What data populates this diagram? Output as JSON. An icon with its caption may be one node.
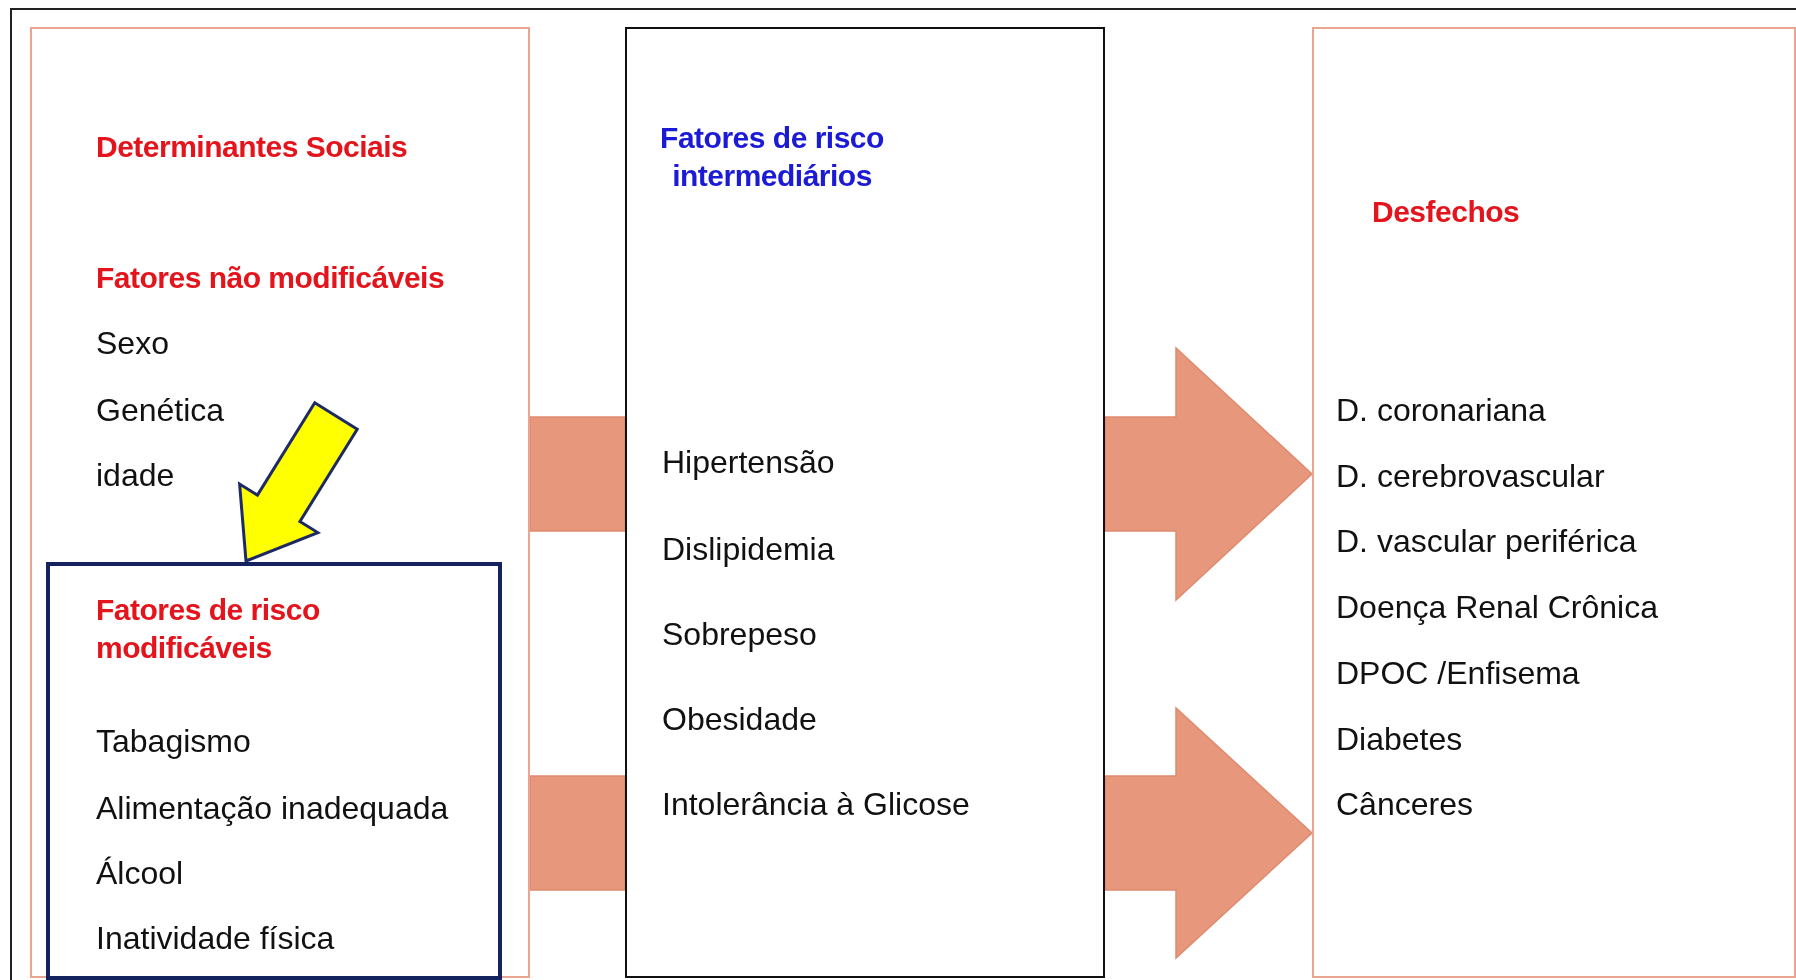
{
  "diagram": {
    "nodes": [
      {
        "text": [
          "Determinantes Sociais",
          "Fatores não modificáveis",
          "Sexo",
          "Genética",
          "idade"
        ]
      },
      {
        "text": [
          "Fatores de risco modificáveis",
          "Tabagismo",
          "Alimentação inadequada",
          "Álcool",
          "Inatividade física"
        ],
        "in": 0
      },
      {
        "text": [
          "Fatores de risco intermediários",
          "Hipertensão",
          "Dislipidemia",
          "Sobrepeso",
          "Obesidade",
          "Intolerância à Glicose"
        ]
      },
      {
        "text": [
          "Desfechos",
          "D. coronariana",
          "D. cerebrovascular",
          "D. vascular periférica",
          "Doença Renal Crônica",
          "DPOC /Enfisema",
          "Diabetes",
          "Cânceres"
        ]
      }
    ],
    "edges": [
      {
        "from": 0,
        "to": 2,
        "arrow": "none",
        "style": "thick"
      },
      {
        "from": 0,
        "to": 2,
        "arrow": "none",
        "style": "thick"
      },
      {
        "from": 2,
        "to": 3,
        "arrow": "to",
        "style": "thick"
      },
      {
        "from": 2,
        "to": 3,
        "arrow": "to",
        "style": "thick"
      },
      {
        "from": null,
        "to": 1,
        "arrow": "to",
        "style": "thick",
        "color": "#ffff00"
      }
    ]
  }
}
